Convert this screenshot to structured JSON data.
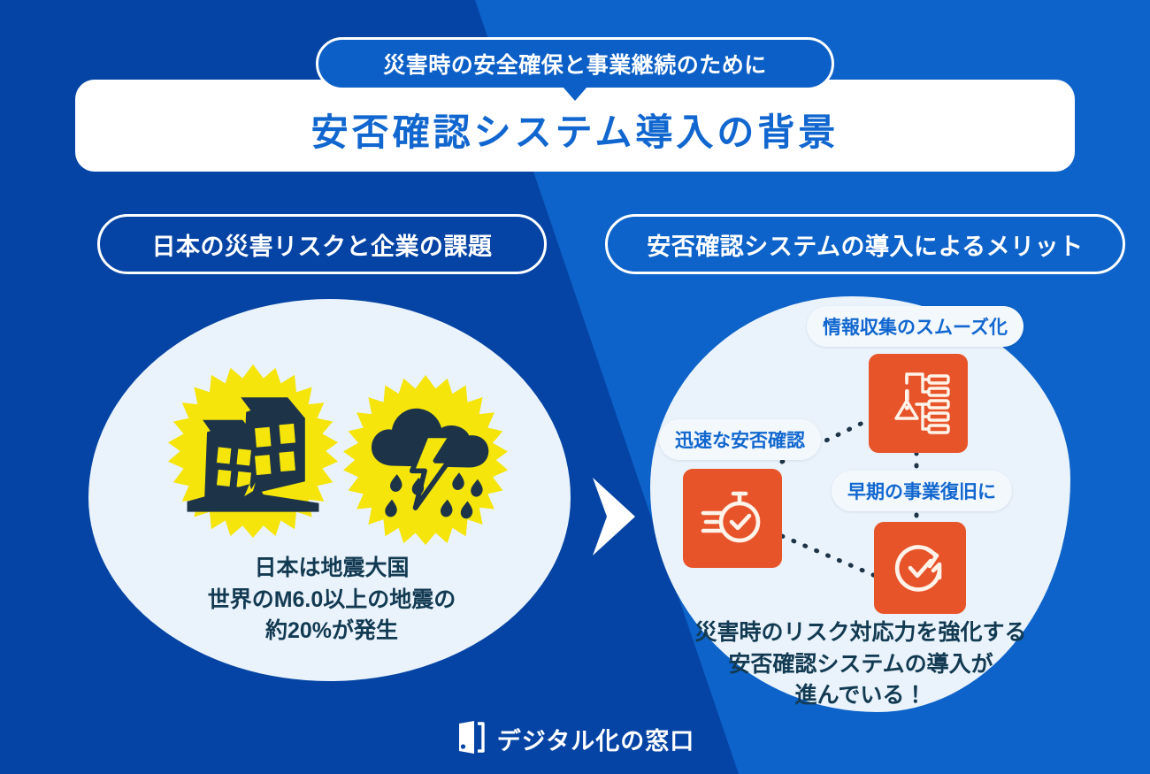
{
  "theme": {
    "bg_left": "#0544a4",
    "bg_right": "#0d63c9",
    "card_bg": "#ffffff",
    "blob_bg": "#eaf3fb",
    "title_blue": "#1167cf",
    "accent_orange": "#e8542a",
    "star_yellow": "#f5e50a",
    "ink_navy": "#123a52"
  },
  "header": {
    "kicker": "災害時の安全確保と事業継続のために",
    "title": "安否確認システム導入の背景"
  },
  "sections": {
    "left": {
      "pill_label": "日本の災害リスクと企業の課題",
      "icons": [
        {
          "name": "earthquake-house-icon",
          "label": "地震"
        },
        {
          "name": "storm-cloud-lightning-icon",
          "label": "風水害"
        }
      ],
      "caption_lines": [
        "日本は地震大国",
        "世界のM6.0以上の地震の",
        "約20%が発生"
      ]
    },
    "right": {
      "pill_label": "安否確認システムの導入によるメリット",
      "benefits": [
        {
          "tag": "情報収集のスムーズ化",
          "icon": "alert-flowchart-icon"
        },
        {
          "tag": "迅速な安否確認",
          "icon": "stopwatch-check-icon"
        },
        {
          "tag": "早期の事業復旧に",
          "icon": "refresh-check-icon"
        }
      ],
      "caption_lines": [
        "災害時のリスク対応力を強化する",
        "安否確認システムの導入が",
        "進んでいる！"
      ]
    }
  },
  "divider": {
    "icon": "chevron-right-arrow"
  },
  "footer": {
    "brand": "デジタル化の窓口",
    "icon": "window-logo-icon"
  }
}
